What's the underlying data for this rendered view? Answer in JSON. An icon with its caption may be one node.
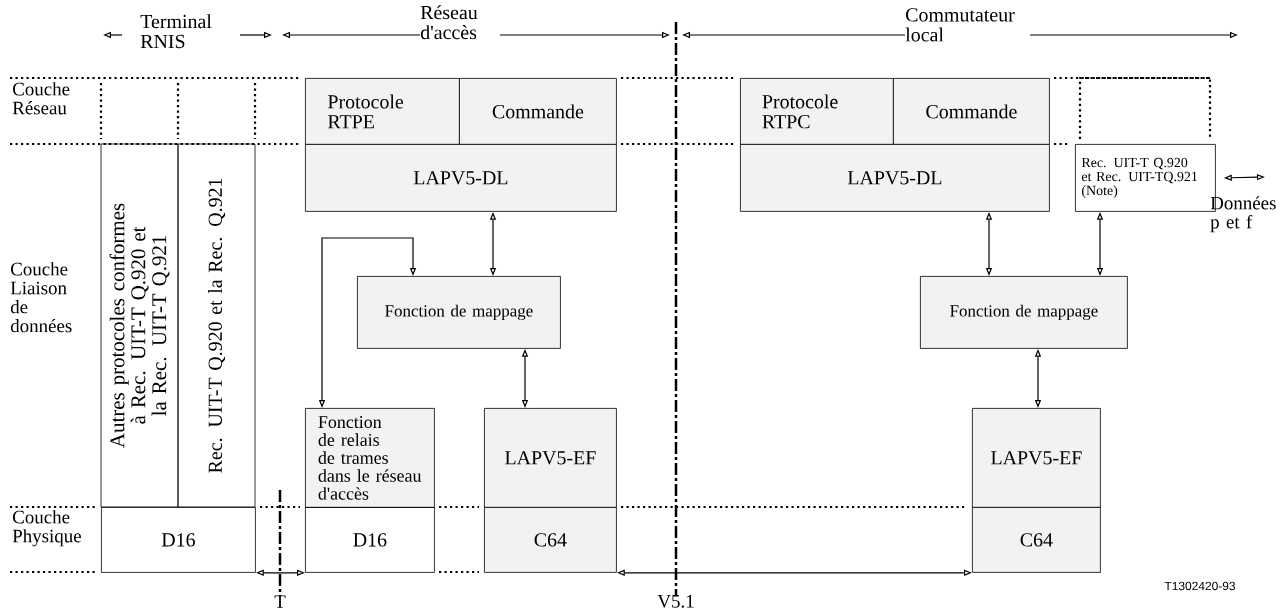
{
  "diagram": {
    "nodes": [
      {
        "text": [
          "Protocole RTPE"
        ]
      },
      {
        "text": [
          "Commande"
        ]
      },
      {
        "text": [
          "LAPV5-DL"
        ]
      },
      {
        "text": [
          "Fonction de mappage"
        ]
      },
      {
        "text": [
          "Fonction de relais de trames dans le réseau d'accès"
        ]
      },
      {
        "text": [
          "LAPV5-EF"
        ]
      },
      {
        "text": [
          "D16"
        ]
      },
      {
        "text": [
          "C64"
        ]
      },
      {
        "text": [
          "Autres protocoles conformes à Rec. UIT-T Q.920 et la Rec. UIT-T Q.921"
        ]
      },
      {
        "text": [
          "Rec. UIT-T Q.920 et la Rec. Q.921"
        ]
      },
      {
        "text": [
          "D16"
        ]
      },
      {
        "text": [
          "Protocole RTPC"
        ]
      },
      {
        "text": [
          "Commande"
        ]
      },
      {
        "text": [
          "LAPV5-DL"
        ]
      },
      {
        "text": [
          "Rec. UIT-T Q.920 et Rec. UIT-TQ.921 (Note)"
        ]
      },
      {
        "text": [
          "Fonction de mappage"
        ]
      },
      {
        "text": [
          "LAPV5-EF"
        ]
      },
      {
        "text": [
          "C64"
        ]
      },
      {
        "text": [
          "Données p et f"
        ]
      }
    ],
    "edges": [
      {
        "from": 2,
        "to": 3,
        "arrow": "both"
      },
      {
        "from": 3,
        "to": 4,
        "arrow": "both"
      },
      {
        "from": 3,
        "to": 5,
        "arrow": "both"
      },
      {
        "from": 13,
        "to": 15,
        "arrow": "both"
      },
      {
        "from": 14,
        "to": 15,
        "arrow": "both"
      },
      {
        "from": 15,
        "to": 16,
        "arrow": "both"
      },
      {
        "from": 14,
        "to": 18,
        "arrow": "both"
      },
      {
        "from": 10,
        "to": 6,
        "arrow": "both"
      },
      {
        "from": 7,
        "to": 17,
        "arrow": "both"
      }
    ],
    "labels": [
      "Terminal RNIS",
      "Réseau d'accès",
      "Commutateur local",
      "Couche Réseau",
      "Couche Liaison de données",
      "Couche Physique",
      "T",
      "V5.1",
      "T1302420-93"
    ]
  }
}
